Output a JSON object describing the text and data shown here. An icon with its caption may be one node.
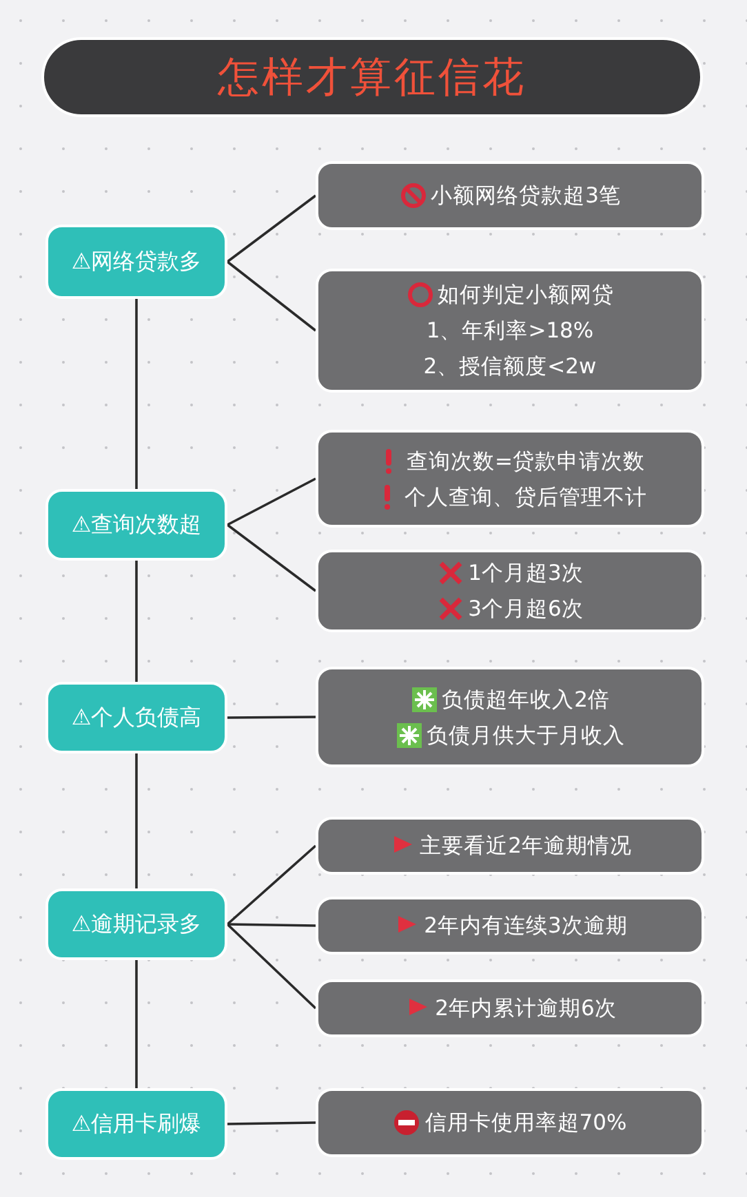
{
  "diagram": {
    "title": "怎样才算征信花",
    "nodes": [
      {
        "text": [
          "⚠网络贷款多"
        ]
      },
      {
        "text": [
          "小额网络贷款超3笔"
        ]
      },
      {
        "text": [
          "如何判定小额网贷",
          "1、年利率>18%",
          "2、授信额度<2w"
        ]
      },
      {
        "text": [
          "⚠查询次数超"
        ]
      },
      {
        "text": [
          "查询次数=贷款申请次数",
          "个人查询、贷后管理不计"
        ]
      },
      {
        "text": [
          "1个月超3次",
          "3个月超6次"
        ]
      },
      {
        "text": [
          "⚠个人负债高"
        ]
      },
      {
        "text": [
          "负债超年收入2倍",
          "负债月供大于月收入"
        ]
      },
      {
        "text": [
          "⚠逾期记录多"
        ]
      },
      {
        "text": [
          "主要看近2年逾期情况"
        ]
      },
      {
        "text": [
          "2年内有连续3次逾期"
        ]
      },
      {
        "text": [
          "2年内累计逾期6次"
        ]
      },
      {
        "text": [
          "⚠信用卡刷爆"
        ]
      },
      {
        "text": [
          "信用卡使用率超70%"
        ]
      }
    ],
    "edges": [
      {
        "from": 0,
        "to": 1,
        "arrow": "none"
      },
      {
        "from": 0,
        "to": 2,
        "arrow": "none"
      },
      {
        "from": 0,
        "to": 3,
        "arrow": "none"
      },
      {
        "from": 3,
        "to": 4,
        "arrow": "none"
      },
      {
        "from": 3,
        "to": 5,
        "arrow": "none"
      },
      {
        "from": 3,
        "to": 6,
        "arrow": "none"
      },
      {
        "from": 6,
        "to": 7,
        "arrow": "none"
      },
      {
        "from": 6,
        "to": 8,
        "arrow": "none"
      },
      {
        "from": 8,
        "to": 9,
        "arrow": "none"
      },
      {
        "from": 8,
        "to": 10,
        "arrow": "none"
      },
      {
        "from": 8,
        "to": 11,
        "arrow": "none"
      },
      {
        "from": 8,
        "to": 12,
        "arrow": "none"
      },
      {
        "from": 12,
        "to": 13,
        "arrow": "none"
      }
    ]
  }
}
